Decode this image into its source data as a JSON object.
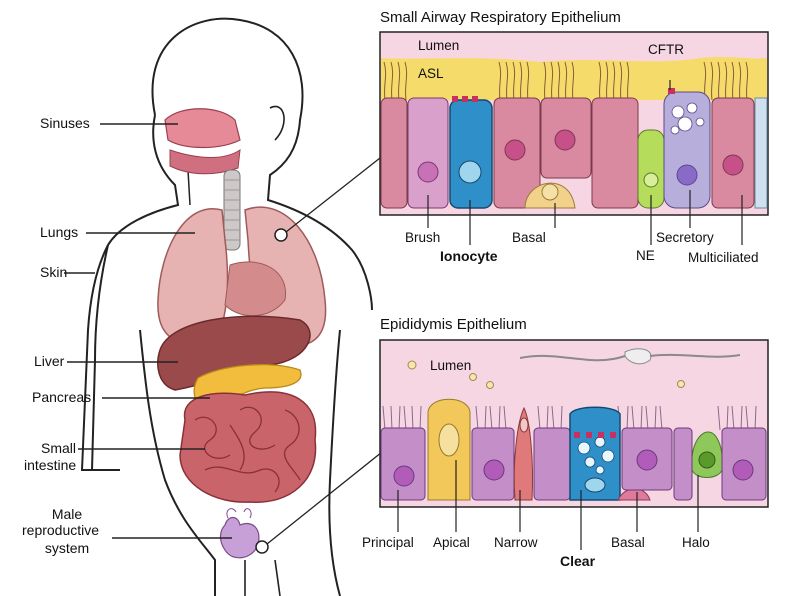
{
  "panels": {
    "airway": {
      "title": "Small Airway Respiratory Epithelium",
      "lumen": "Lumen",
      "asl": "ASL",
      "cftr": "CFTR",
      "cells": {
        "brush": "Brush",
        "ionocyte": "Ionocyte",
        "basal": "Basal",
        "ne": "NE",
        "secretory": "Secretory",
        "multiciliated": "Multiciliated"
      }
    },
    "epididymis": {
      "title": "Epididymis Epithelium",
      "lumen": "Lumen",
      "cells": {
        "principal": "Principal",
        "apical": "Apical",
        "narrow": "Narrow",
        "clear": "Clear",
        "basal": "Basal",
        "halo": "Halo"
      }
    }
  },
  "organs": {
    "sinuses": "Sinuses",
    "lungs": "Lungs",
    "skin": "Skin",
    "liver": "Liver",
    "pancreas": "Pancreas",
    "small_intestine_1": "Small",
    "small_intestine_2": "intestine",
    "male_repro_1": "Male",
    "male_repro_2": "reproductive",
    "male_repro_3": "system"
  },
  "colors": {
    "panel_bg": "#f7d6e4",
    "cell_pink": "#d98aa0",
    "ionocyte_blue": "#2f8fc8",
    "clear_blue": "#2f8fc8",
    "asl_yellow": "#f5dc6a",
    "apical_yellow": "#f2c85a",
    "ne_green": "#b5dc5a",
    "halo_green": "#8ec85a",
    "secretory_lavender": "#b8aedc",
    "principal_purple": "#c48ec8",
    "liver": "#9a4a4a",
    "pancreas": "#f2bd3c",
    "intestine": "#c9646a",
    "lungs": "#e7b2b2"
  }
}
